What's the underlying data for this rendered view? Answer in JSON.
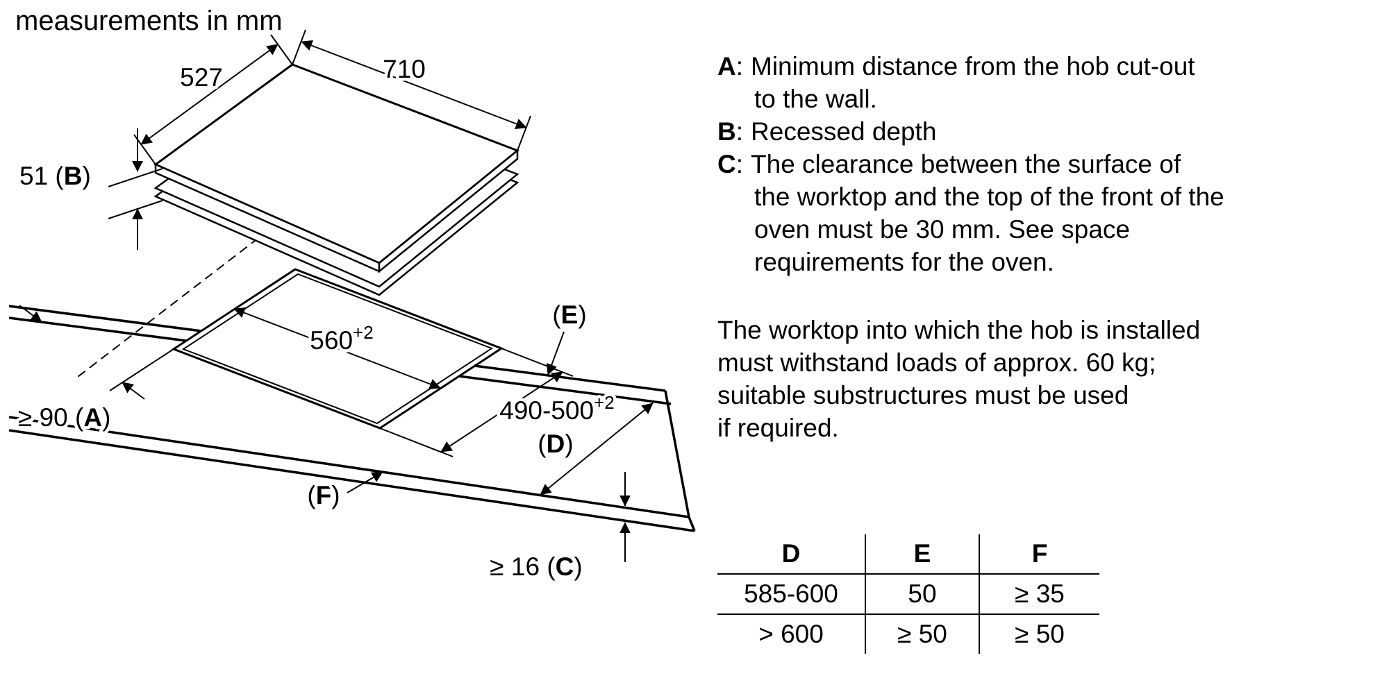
{
  "note": "measurements in mm",
  "hob": {
    "dim_top_left": "527",
    "dim_top_right": "710",
    "dim_depth": {
      "pre": "51 (",
      "letter": "B",
      "suf": ")"
    }
  },
  "worktop": {
    "dim_wall": {
      "pre": "≥ 90 (",
      "letter": "A",
      "suf": ")"
    },
    "dim_cutout_width": {
      "val": "560",
      "sup": "+2"
    },
    "dim_cutout_depth": {
      "val": "490-500",
      "sup": "+2"
    },
    "label_e": {
      "pre": "(",
      "letter": "E",
      "suf": ")"
    },
    "label_d": {
      "pre": "(",
      "letter": "D",
      "suf": ")"
    },
    "label_f": {
      "pre": "(",
      "letter": "F",
      "suf": ")"
    },
    "dim_thickness": {
      "pre": "≥ 16 (",
      "letter": "C",
      "suf": ")"
    }
  },
  "legend": [
    {
      "letter": "A",
      "sep": ":",
      "lines": [
        "Minimum distance from the hob cut-out",
        "to the wall."
      ]
    },
    {
      "letter": "B",
      "sep": ":",
      "lines": [
        "Recessed depth"
      ]
    },
    {
      "letter": "C",
      "sep": ":",
      "lines": [
        "The clearance between the surface of",
        "the worktop and the top of the front of the",
        "oven must be 30 mm. See space",
        "requirements for the oven."
      ]
    }
  ],
  "paragraph": {
    "lines": [
      "The worktop into which the hob is installed",
      "must withstand loads of approx. 60 kg;",
      "suitable substructures must be used",
      "if required."
    ]
  },
  "table": {
    "headers": [
      "D",
      "E",
      "F"
    ],
    "rows": [
      [
        "585-600",
        "50",
        "≥ 35"
      ],
      [
        "> 600",
        "≥ 50",
        "≥ 50"
      ]
    ]
  }
}
